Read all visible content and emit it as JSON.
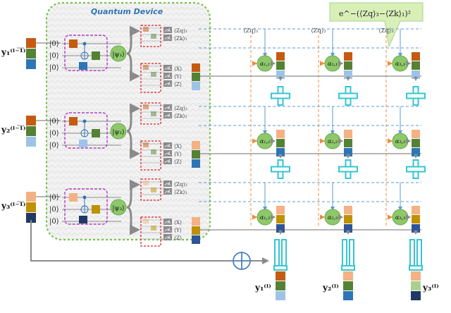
{
  "device_title": "Quantum Device",
  "ket_zero": "|0⟩",
  "state_labels": [
    "|ψ₁⟩",
    "|ψ₂⟩",
    "|ψ₃⟩"
  ],
  "input_labels": [
    "y₁⁽ˡ⁻¹⁾",
    "y₂⁽ˡ⁻¹⁾",
    "y₃⁽ˡ⁻¹⁾"
  ],
  "output_labels": [
    "y₁⁽ˡ⁾",
    "y₂⁽ˡ⁾",
    "y₃⁽ˡ⁾"
  ],
  "measurement_labels": [
    [
      "⟨Zq⟩₁",
      "⟨Zk⟩₁",
      "⟨X⟩",
      "⟨Y⟩",
      "⟨Z⟩"
    ],
    [
      "⟨Zq⟩₂",
      "⟨Zk⟩₂",
      "⟨X⟩",
      "⟨Y⟩",
      "⟨Z⟩"
    ],
    [
      "⟨Zq⟩₃",
      "⟨Zk⟩₃",
      "⟨X⟩",
      "⟨Y⟩",
      "⟨Z⟩"
    ]
  ],
  "column_headers": [
    "⟨Zq⟩₁",
    "⟨Zq⟩₂",
    "⟨Zq⟩₃"
  ],
  "alpha_labels": [
    [
      "α₁,₁",
      "α₂,₁",
      "α₃,₁"
    ],
    [
      "α₁,₂",
      "α₂,₂",
      "α₃,₂"
    ],
    [
      "α₁,₃",
      "α₂,₃",
      "α₃,₃"
    ]
  ],
  "formula": "e^−(⟨Zq⟩₃−⟨Zk⟩₁)²",
  "colors": {
    "device_border": "#7cc24f",
    "device_fill": "#f3f3f3",
    "dashed_purple": "#b23cc2",
    "dashed_red": "#e02020",
    "alpha_green": "#8ec86a",
    "plus_cyan": "#34c6cf",
    "dash_blue": "#5b9bd5",
    "dash_orange": "#f08a3c",
    "callout": "#d9efb8",
    "arrow_gray": "#8a8a8a",
    "sum_circle": "#4a7fc1"
  },
  "vector_colors": [
    [
      "#c55a11",
      "#548235",
      "#2e75b6"
    ],
    [
      "#c55a11",
      "#548235",
      "#9dc3e6"
    ],
    [
      "#f4b183",
      "#bf9000",
      "#1f3864"
    ]
  ],
  "feature_colors": [
    [
      "#c55a11",
      "#548235",
      "#9dc3e6"
    ],
    [
      "#f4b183",
      "#548235",
      "#2e75b6"
    ],
    [
      "#f4b183",
      "#bf9000",
      "#2e5597"
    ]
  ],
  "output_vector_colors": [
    [
      "#c55a11",
      "#548235",
      "#9dc3e6"
    ],
    [
      "#f4b183",
      "#548235",
      "#2e75b6"
    ],
    [
      "#f4b183",
      "#a9d18e",
      "#1f3864"
    ]
  ]
}
